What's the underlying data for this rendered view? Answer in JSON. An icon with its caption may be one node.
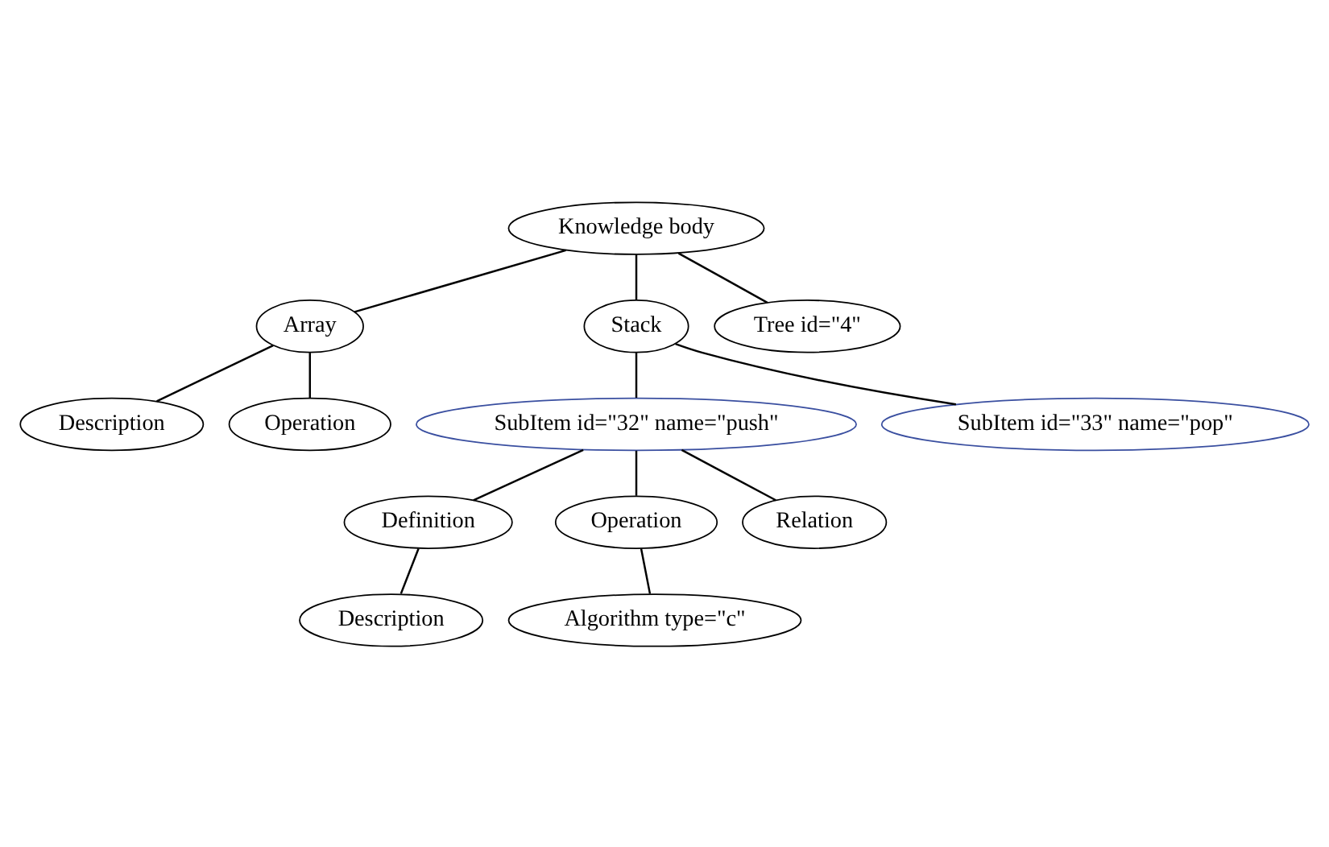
{
  "diagram": {
    "nodes": [
      {
        "text": [
          "Knowledge body"
        ]
      },
      {
        "text": [
          "Array"
        ]
      },
      {
        "text": [
          "Stack"
        ]
      },
      {
        "text": [
          "Tree id=\"4\""
        ]
      },
      {
        "text": [
          "Description"
        ]
      },
      {
        "text": [
          "Operation"
        ]
      },
      {
        "text": [
          "SubItem id=\"32\" name=\"push\""
        ]
      },
      {
        "text": [
          "SubItem id=\"33\" name=\"pop\""
        ]
      },
      {
        "text": [
          "Definition"
        ]
      },
      {
        "text": [
          "Operation"
        ]
      },
      {
        "text": [
          "Relation"
        ]
      },
      {
        "text": [
          "Description"
        ]
      },
      {
        "text": [
          "Algorithm type=\"c\""
        ]
      }
    ],
    "edges": [
      {
        "from": 0,
        "to": 1,
        "arrow": "none"
      },
      {
        "from": 0,
        "to": 2,
        "arrow": "none"
      },
      {
        "from": 0,
        "to": 3,
        "arrow": "none"
      },
      {
        "from": 1,
        "to": 4,
        "arrow": "none"
      },
      {
        "from": 1,
        "to": 5,
        "arrow": "none"
      },
      {
        "from": 2,
        "to": 6,
        "arrow": "none"
      },
      {
        "from": 2,
        "to": 7,
        "arrow": "none"
      },
      {
        "from": 6,
        "to": 8,
        "arrow": "none"
      },
      {
        "from": 6,
        "to": 9,
        "arrow": "none"
      },
      {
        "from": 6,
        "to": 10,
        "arrow": "none"
      },
      {
        "from": 8,
        "to": 11,
        "arrow": "none"
      },
      {
        "from": 9,
        "to": 12,
        "arrow": "none"
      }
    ]
  }
}
